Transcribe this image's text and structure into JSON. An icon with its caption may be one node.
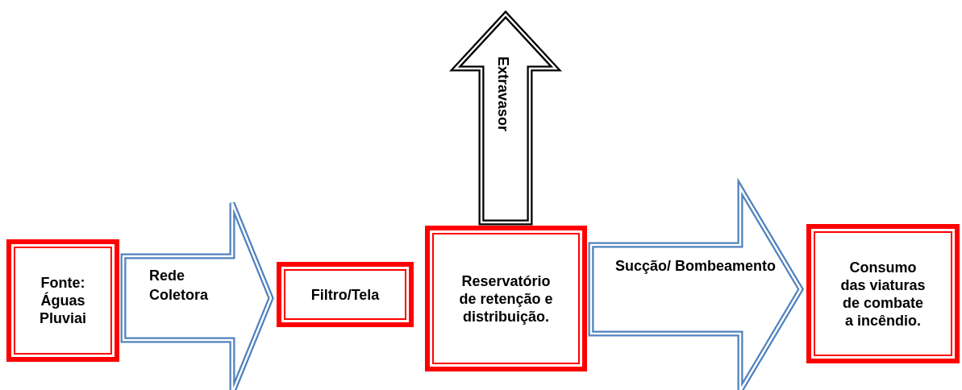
{
  "diagram": {
    "nodes": [
      {
        "text": [
          "Fonte: Águas Pluviai"
        ]
      },
      {
        "text": [
          "Filtro/Tela"
        ]
      },
      {
        "text": [
          "Reservatório de retenção e distribuição."
        ]
      },
      {
        "text": [
          "Consumo das viaturas de combate a incêndio."
        ]
      }
    ],
    "edges": [
      {
        "from": 0,
        "to": 1,
        "arrow": "to",
        "label": "Rede Coletora"
      },
      {
        "from": 2,
        "to": 3,
        "arrow": "to",
        "label": "Sucção/ Bombeamento"
      },
      {
        "from": 2,
        "to": null,
        "arrow": "to",
        "label": "Extravasor",
        "color": "#000000"
      }
    ]
  }
}
